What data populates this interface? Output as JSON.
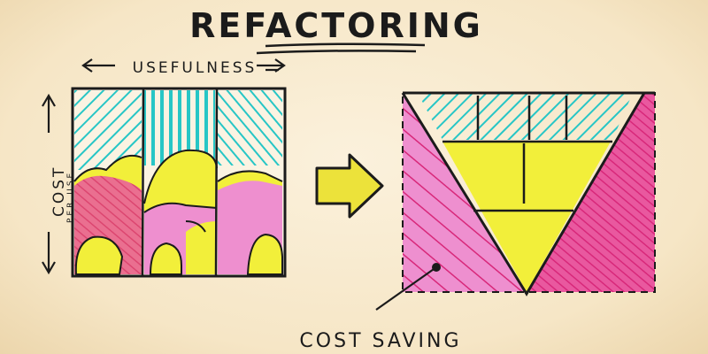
{
  "title": "REFACTORING",
  "x_axis_label": "USEFULNESS",
  "y_axis_label": "COST",
  "y_axis_sublabel": "PER USE",
  "annotation": "COST SAVING",
  "colors": {
    "background": "#f6e6c6",
    "cyan_hatch": "#27c6c6",
    "yellow_fill": "#f2ef3a",
    "pink_fill": "#ee8fcf",
    "magenta_hatch": "#d8287a",
    "ink": "#1b1b1b",
    "arrow_fill": "#ece23a"
  }
}
